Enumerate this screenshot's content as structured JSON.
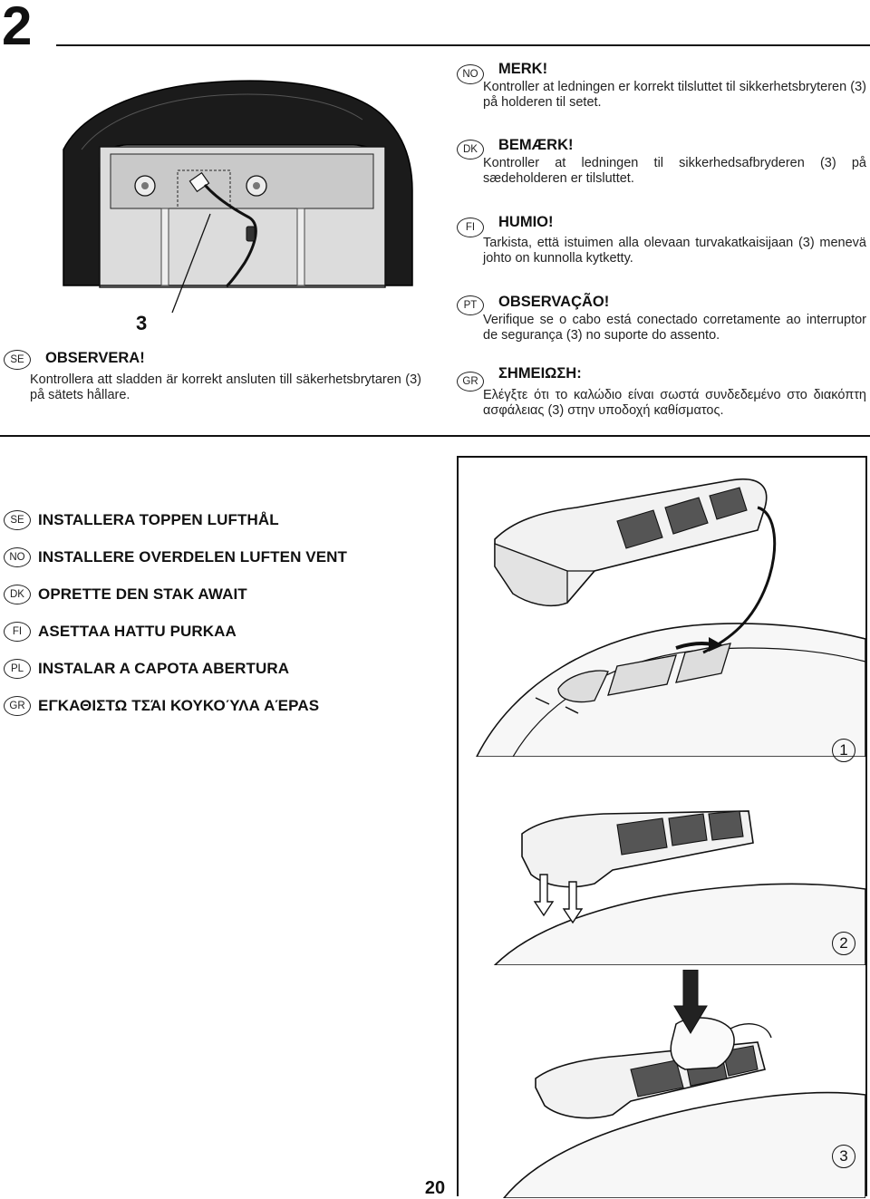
{
  "header": {
    "section_number": "2"
  },
  "notes": {
    "no": {
      "lang": "NO",
      "title": "MERK!",
      "body": "Kontroller at ledningen er korrekt tilsluttet til sikkerhetsbryteren (3) på holderen til setet."
    },
    "dk": {
      "lang": "DK",
      "title": "BEMÆRK!",
      "body": "Kontroller at ledningen til sikkerhedsafbryderen (3) på sædeholderen er tilsluttet."
    },
    "fi": {
      "lang": "FI",
      "title": "HUMIO!",
      "body": "Tarkista, että istuimen alla olevaan turvakatkaisijaan (3) menevä johto on kunnolla kytketty."
    },
    "pt": {
      "lang": "PT",
      "title": "OBSERVAÇÃO!",
      "body": "Verifique se o cabo está conectado corretamente ao interruptor de segurança (3) no suporte do assento."
    },
    "gr": {
      "lang": "GR",
      "title": "ΣΗΜΕΙΩΣΗ:",
      "body": "Ελέγξτε ότι το καλώδιο είναι σωστά συνδεδεμένο στο διακόπτη ασφάλειας (3) στην υποδοχή καθίσματος."
    },
    "se": {
      "lang": "SE",
      "title": "OBSERVERA!",
      "body": "Kontrollera att sladden är korrekt ansluten till säkerhetsbrytaren (3) på sätets hållare."
    }
  },
  "seat_figure": {
    "callout": "3"
  },
  "install_list": [
    {
      "lang": "SE",
      "text": "INSTALLERA TOPPEN LUFTHÅL"
    },
    {
      "lang": "NO",
      "text": "INSTALLERE OVERDELEN LUFTEN VENT"
    },
    {
      "lang": "DK",
      "text": "OPRETTE DEN STAK AWAIT"
    },
    {
      "lang": "FI",
      "text": "ASETTAA HATTU PURKAA"
    },
    {
      "lang": "PL",
      "text": "INSTALAR A CAPOTA ABERTURA"
    },
    {
      "lang": "GR",
      "text": "ΕΓΚΑΘΙΣΤΩ ΤΣΆΙ ΚΟΥΚΟΎΛΑ ΑΈΡΑS"
    }
  ],
  "steps": [
    "1",
    "2",
    "3"
  ],
  "footer": {
    "page_number": "20"
  }
}
